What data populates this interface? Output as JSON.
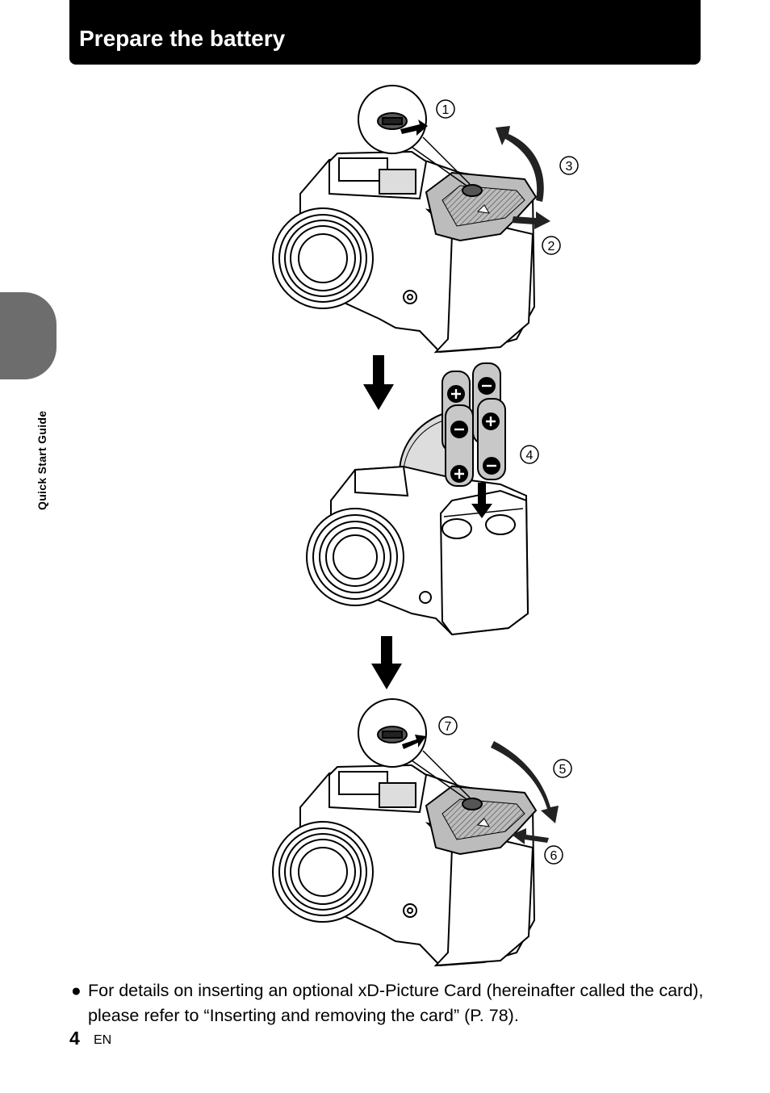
{
  "header": {
    "title": "Prepare the battery"
  },
  "side_tab": {
    "label": "Quick Start Guide"
  },
  "steps": {
    "s1": "1",
    "s2": "2",
    "s3": "3",
    "s4": "4",
    "s5": "5",
    "s6": "6",
    "s7": "7"
  },
  "note": {
    "bullet": "●",
    "text": "For details on inserting an optional xD-Picture Card (hereinafter called the card), please refer to “Inserting and removing the card” (P. 78)."
  },
  "footer": {
    "page_number": "4",
    "language": "EN"
  }
}
